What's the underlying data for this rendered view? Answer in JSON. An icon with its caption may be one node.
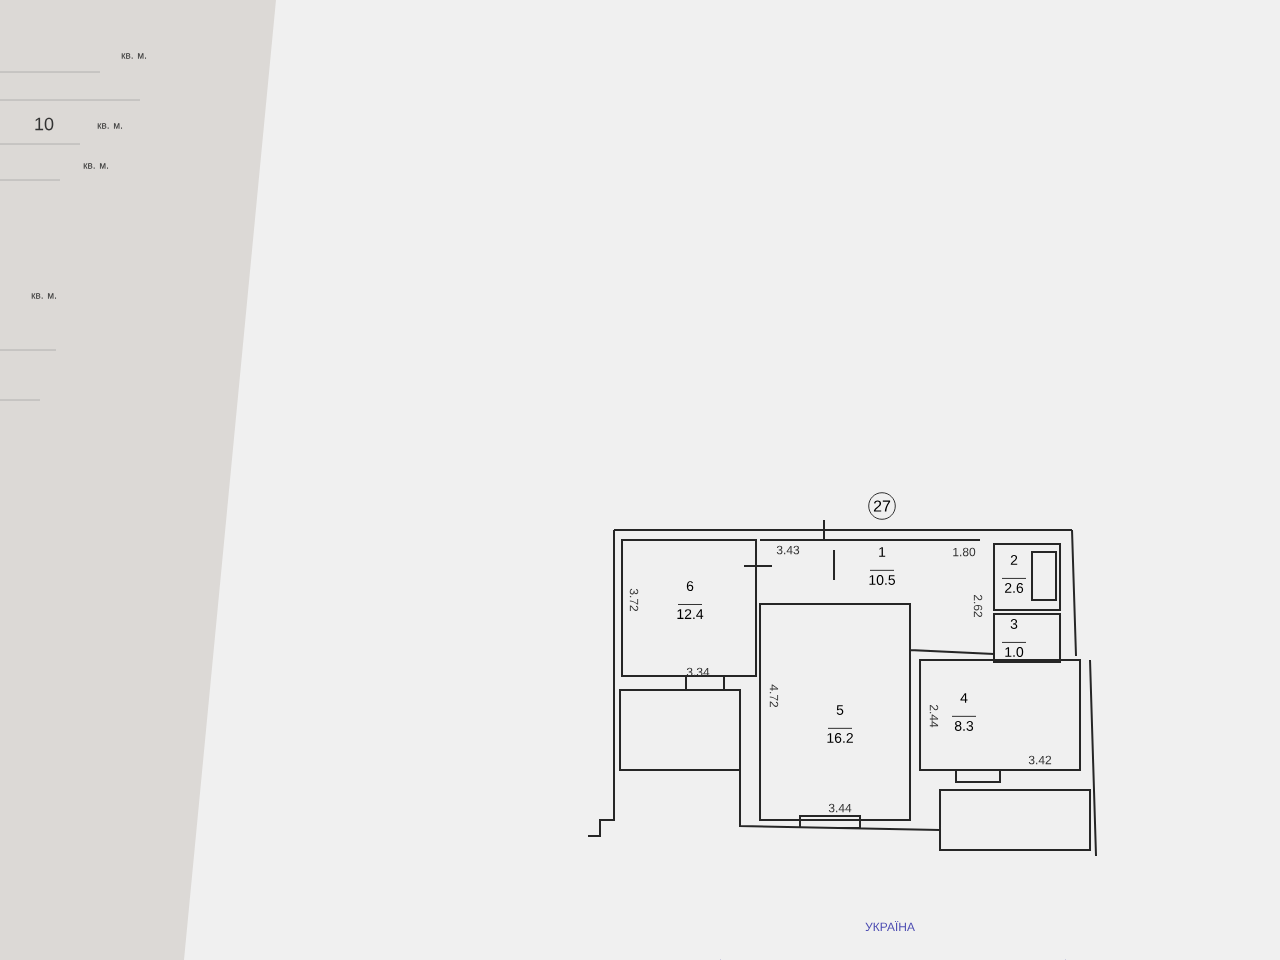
{
  "diagram": {
    "nodes": [
      {
        "text": [
          "27"
        ]
      },
      {
        "text": [
          "1",
          "10.5"
        ]
      },
      {
        "text": [
          "2",
          "2.6"
        ]
      },
      {
        "text": [
          "3",
          "1.0"
        ]
      },
      {
        "text": [
          "4",
          "8.3"
        ]
      },
      {
        "text": [
          "5",
          "16.2"
        ]
      },
      {
        "text": [
          "6",
          "12.4"
        ]
      }
    ],
    "edges": [],
    "labels": [
      "кв. м.",
      "10",
      "кв. м.",
      "кв. м.",
      "кв. м.",
      "3.43",
      "1.80",
      "3.72",
      "3.34",
      "4.72",
      "2.62",
      "3.44",
      "2.44",
      "3.42",
      "УКРАЇНА"
    ]
  }
}
